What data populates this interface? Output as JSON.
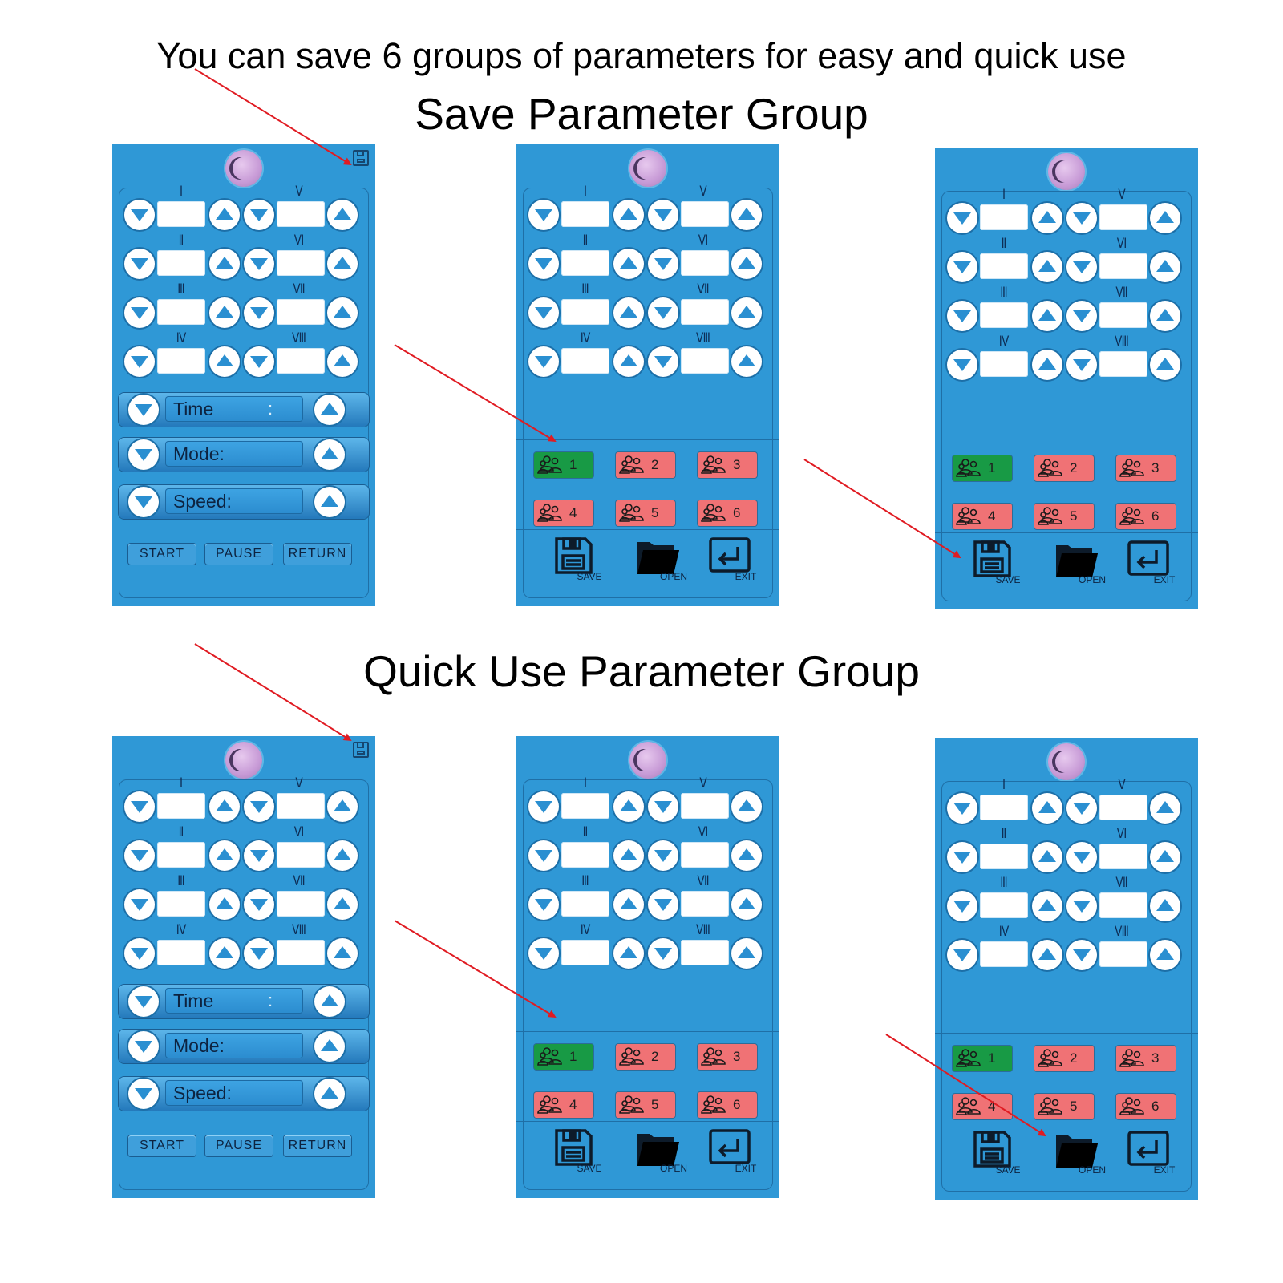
{
  "headline_top": "You can save 6 groups of parameters for easy and quick use",
  "headline_save": "Save Parameter Group",
  "headline_quick": "Quick Use Parameter Group",
  "channels": [
    {
      "left": "Ⅰ",
      "right": "Ⅴ"
    },
    {
      "left": "Ⅱ",
      "right": "Ⅵ"
    },
    {
      "left": "Ⅲ",
      "right": "Ⅶ"
    },
    {
      "left": "Ⅳ",
      "right": "Ⅷ"
    }
  ],
  "main_screen": {
    "time_label": "Time",
    "time_colon": ":",
    "mode_label": "Mode:",
    "speed_label": "Speed:",
    "start_label": "START",
    "pause_label": "PAUSE",
    "return_label": "RETURN"
  },
  "group_screen": {
    "groups": [
      "1",
      "2",
      "3",
      "4",
      "5",
      "6"
    ],
    "save_label": "SAVE",
    "open_label": "OPEN",
    "exit_label": "EXIT"
  },
  "colors": {
    "panel_blue": "#2f98d6",
    "group_selected": "#189a45",
    "group_default": "#f07275",
    "arrow_red": "#e01b22"
  },
  "icons": [
    "down-arrow-icon",
    "up-arrow-icon",
    "save-disk-icon",
    "folder-icon",
    "exit-icon",
    "group-people-icon",
    "knob-icon"
  ]
}
